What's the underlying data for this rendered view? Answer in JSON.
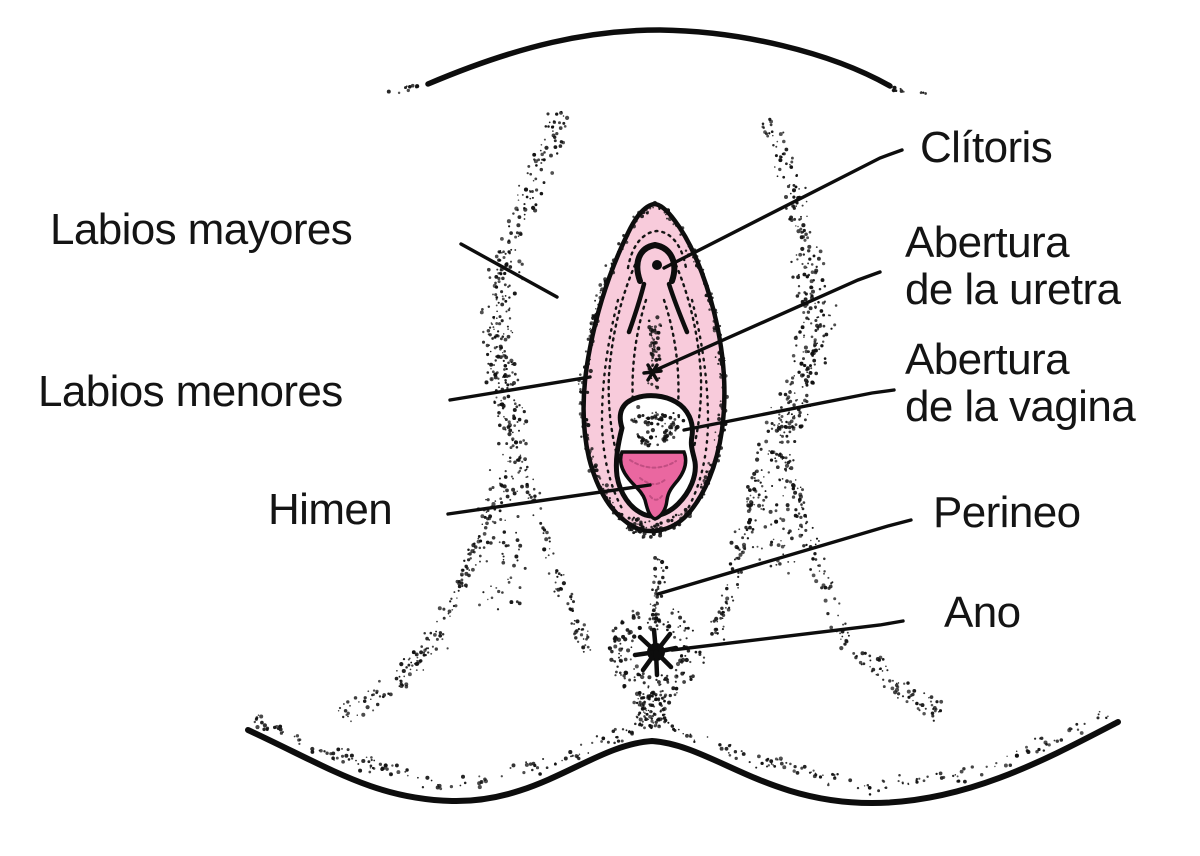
{
  "colors": {
    "background": "#ffffff",
    "ink": "#141414",
    "skin": "#f8cbdb",
    "skin_light": "#f5d7e3",
    "hymen": "#ea67a0"
  },
  "labels": {
    "labios_mayores": {
      "text": "Labios mayores"
    },
    "labios_menores": {
      "text": "Labios menores"
    },
    "himen": {
      "text": "Himen"
    },
    "clitoris": {
      "text": "Clítoris"
    },
    "abertura_uretra": {
      "lines": [
        "Abertura",
        "de la uretra"
      ]
    },
    "abertura_vagina": {
      "lines": [
        "Abertura",
        "de la vagina"
      ]
    },
    "perineo": {
      "text": "Perineo"
    },
    "ano": {
      "text": "Ano"
    }
  }
}
